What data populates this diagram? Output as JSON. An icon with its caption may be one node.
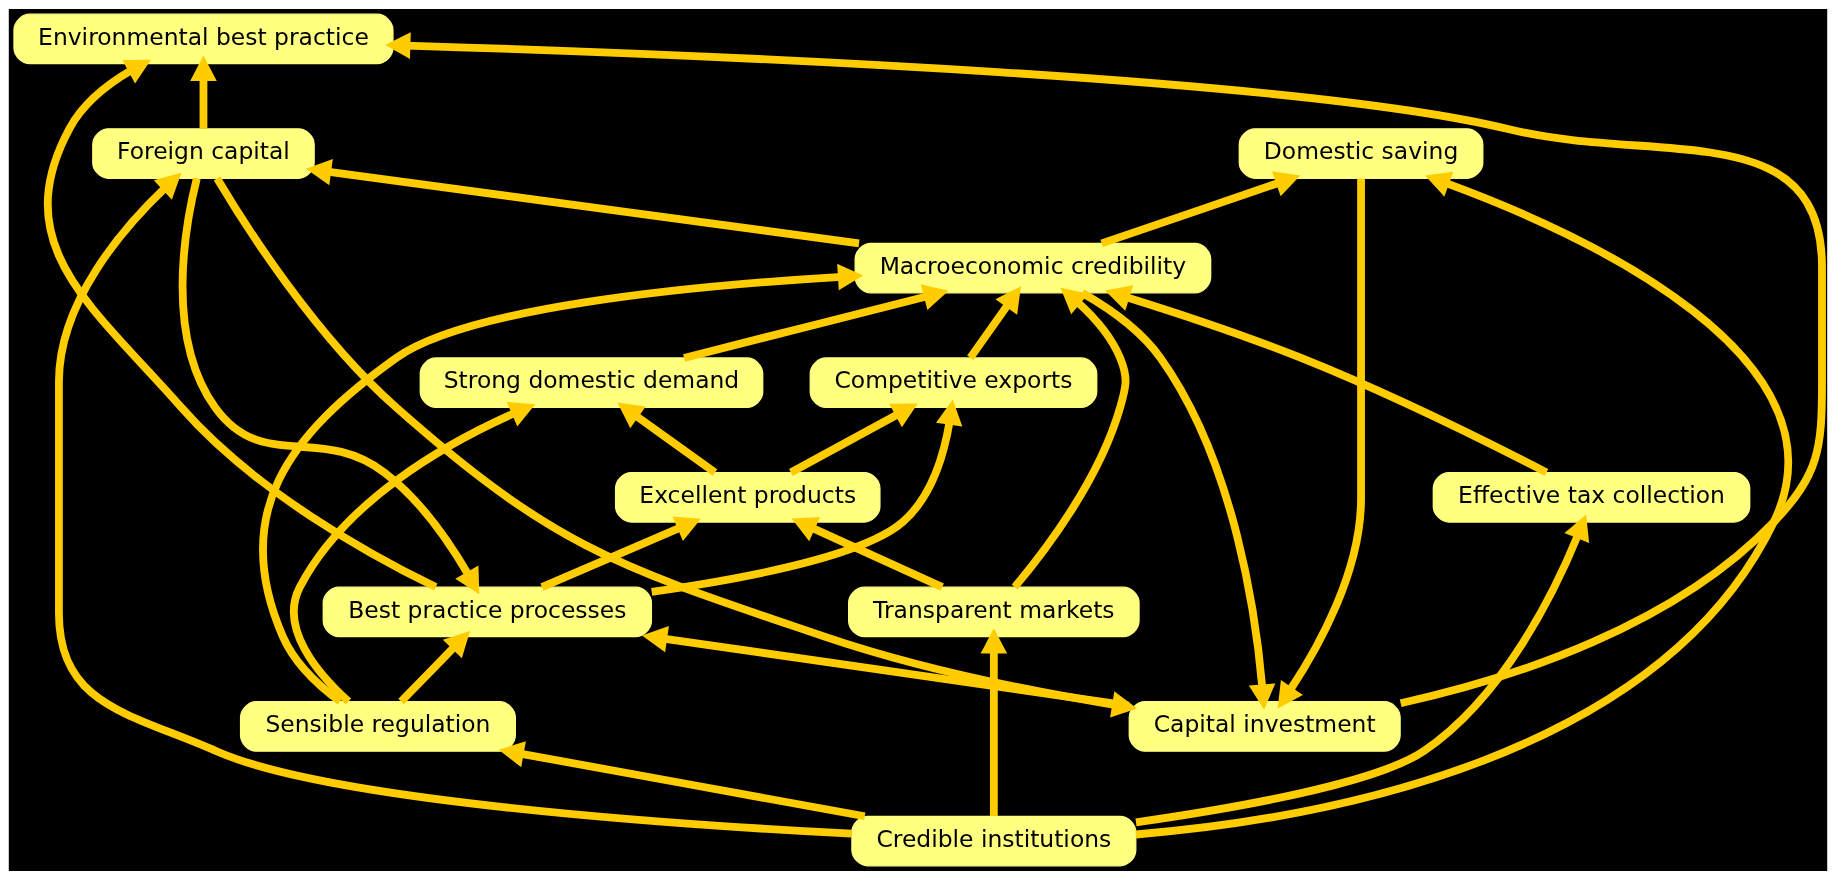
{
  "diagram": {
    "nodes": [
      {
        "text": [
          "Environmental best practice"
        ]
      },
      {
        "text": [
          "Competitive exports"
        ]
      },
      {
        "text": [
          "Excellent products"
        ]
      },
      {
        "text": [
          "Capital investment"
        ]
      },
      {
        "text": [
          "Best practice processes"
        ]
      },
      {
        "text": [
          "Strong domestic demand"
        ]
      },
      {
        "text": [
          "Domestic saving"
        ]
      },
      {
        "text": [
          "Foreign capital"
        ]
      },
      {
        "text": [
          "Sensible regulation"
        ]
      },
      {
        "text": [
          "Transparent markets"
        ]
      },
      {
        "text": [
          "Credible institutions"
        ]
      },
      {
        "text": [
          "Effective tax collection"
        ]
      },
      {
        "text": [
          "Macroeconomic credibility"
        ]
      }
    ],
    "edges": [
      {
        "from": 3,
        "to": 0,
        "arrow": "to"
      },
      {
        "from": 7,
        "to": 0,
        "arrow": "to"
      },
      {
        "from": 4,
        "to": 0,
        "arrow": "to"
      },
      {
        "from": 3,
        "to": 4,
        "arrow": "to"
      },
      {
        "from": 4,
        "to": 1,
        "arrow": "to"
      },
      {
        "from": 4,
        "to": 2,
        "arrow": "to"
      },
      {
        "from": 2,
        "to": 1,
        "arrow": "to"
      },
      {
        "from": 2,
        "to": 5,
        "arrow": "to"
      },
      {
        "from": 6,
        "to": 3,
        "arrow": "to"
      },
      {
        "from": 7,
        "to": 3,
        "arrow": "to"
      },
      {
        "from": 7,
        "to": 4,
        "arrow": "to"
      },
      {
        "from": 8,
        "to": 4,
        "arrow": "to"
      },
      {
        "from": 8,
        "to": 5,
        "arrow": "to"
      },
      {
        "from": 10,
        "to": 6,
        "arrow": "to"
      },
      {
        "from": 10,
        "to": 7,
        "arrow": "to"
      },
      {
        "from": 10,
        "to": 8,
        "arrow": "to"
      },
      {
        "from": 10,
        "to": 9,
        "arrow": "to"
      },
      {
        "from": 10,
        "to": 11,
        "arrow": "to"
      },
      {
        "from": 12,
        "to": 6,
        "arrow": "to"
      },
      {
        "from": 12,
        "to": 7,
        "arrow": "to"
      },
      {
        "from": 12,
        "to": 3,
        "arrow": "to"
      },
      {
        "from": 11,
        "to": 12,
        "arrow": "to"
      },
      {
        "from": 9,
        "to": 12,
        "arrow": "to"
      },
      {
        "from": 8,
        "to": 12,
        "arrow": "to"
      },
      {
        "from": 1,
        "to": 12,
        "arrow": "to"
      },
      {
        "from": 5,
        "to": 12,
        "arrow": "to"
      },
      {
        "from": 9,
        "to": 2,
        "arrow": "to"
      }
    ]
  }
}
